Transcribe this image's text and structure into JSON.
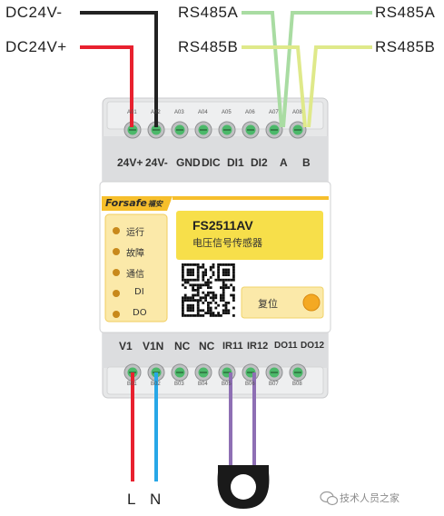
{
  "wires_top": {
    "dc_minus": "DC24V-",
    "dc_plus": "DC24V+",
    "rs485a_left": "RS485A",
    "rs485b_left": "RS485B",
    "rs485a_right": "RS485A",
    "rs485b_right": "RS485B"
  },
  "top_terminal_codes": [
    "A01",
    "A02",
    "A03",
    "A04",
    "A05",
    "A06",
    "A07",
    "A08"
  ],
  "top_terminal_labels": [
    "24V+",
    "24V-",
    "GND",
    "DIC",
    "DI1",
    "DI2",
    "A",
    "B"
  ],
  "brand": {
    "name": "Forsafe",
    "cn": "福安"
  },
  "product": {
    "model": "FS2511AV",
    "desc": "电压信号传感器"
  },
  "indicators": [
    "运行",
    "故障",
    "通信",
    "DI",
    "DO"
  ],
  "reset_label": "复位",
  "bottom_terminal_labels": [
    "V1",
    "V1N",
    "NC",
    "NC",
    "IR11",
    "IR12",
    "DO11",
    "DO12"
  ],
  "bottom_terminal_codes": [
    "B01",
    "B02",
    "B03",
    "B04",
    "B05",
    "B06",
    "B07",
    "B08"
  ],
  "wires_bottom": {
    "l": "L",
    "n": "N"
  },
  "watermark": "技术人员之家",
  "colors": {
    "red_wire": "#e8212f",
    "black_wire": "#222222",
    "green_wire": "#a9dca2",
    "yellow_wire": "#dfe98a",
    "blue_wire": "#27a7e7",
    "purple_wire": "#8e6fb4",
    "panel_yellow": "#f6bf2c",
    "label_yellow": "#f7df4a",
    "terminal_green": "#4cb86a"
  }
}
